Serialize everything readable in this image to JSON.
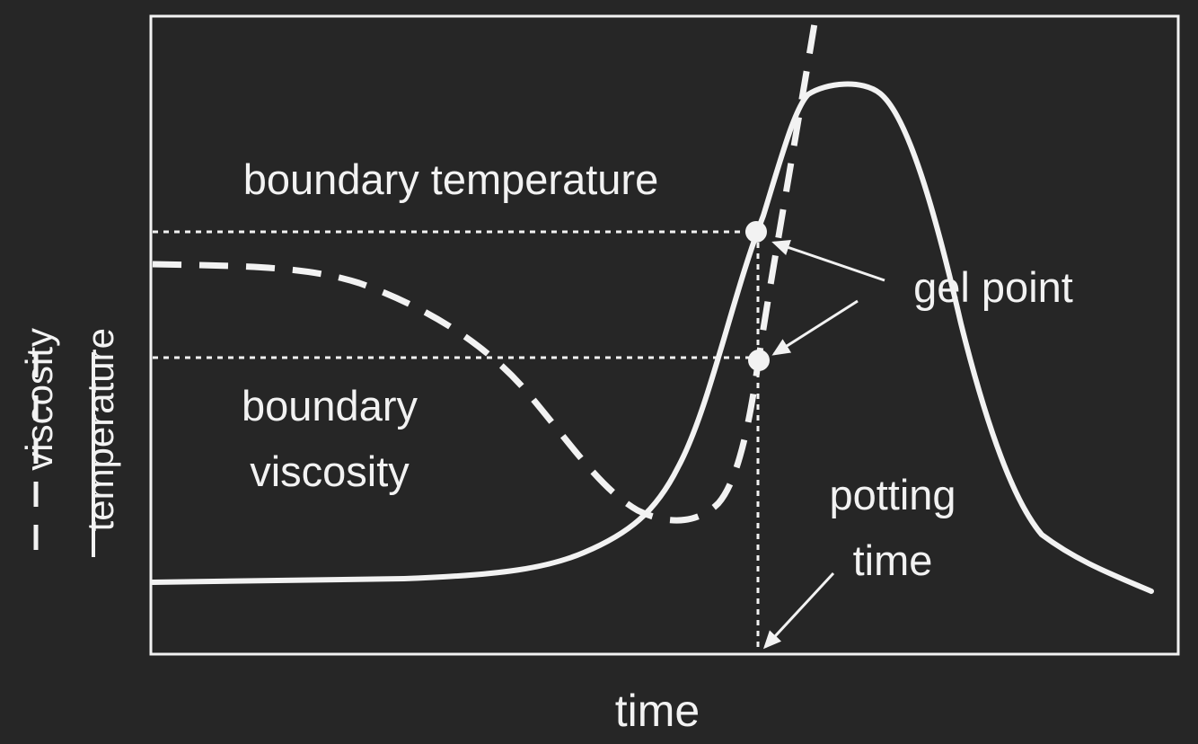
{
  "colors": {
    "background": "#262626",
    "foreground": "#f2f2f2"
  },
  "legend": {
    "viscosity_label": "viscosity",
    "temperature_label": "temperature",
    "viscosity_line_style": "dashed",
    "temperature_line_style": "solid"
  },
  "labels": {
    "boundary_temperature": "boundary temperature",
    "boundary_viscosity_line1": "boundary",
    "boundary_viscosity_line2": "viscosity",
    "gel_point": "gel point",
    "potting_time_line1": "potting",
    "potting_time_line2": "time",
    "x_axis": "time"
  }
}
